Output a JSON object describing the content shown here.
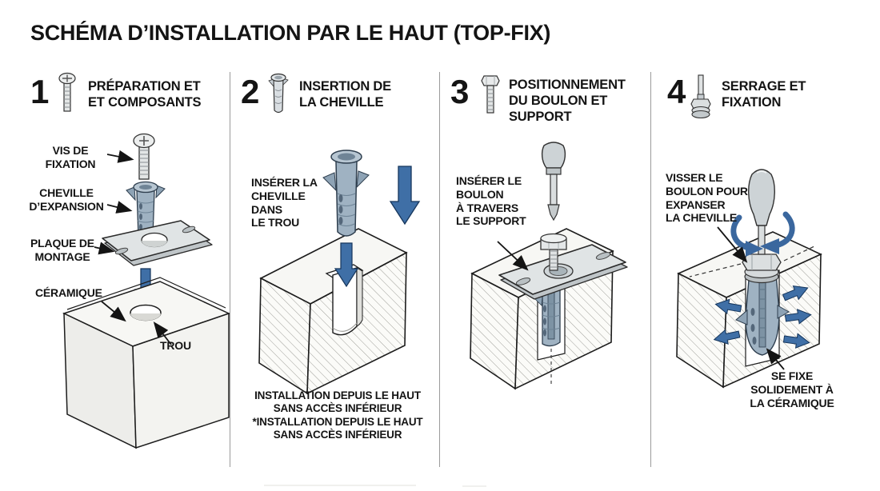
{
  "title": "SCHÉMA D’INSTALLATION PAR LE HAUT (TOP-FIX)",
  "colors": {
    "accent_blue": "#3f6fa6",
    "anchor_gray_blue": "#9fb2c2",
    "metal_gray": "#dfe3e4",
    "ink": "#141414"
  },
  "panels": [
    {
      "number": "1",
      "title": "PRÉPARATION ET\nET COMPOSANTS",
      "labels": {
        "vis": "VIS DE\nFIXATION",
        "cheville": "CHEVILLE\nD’EXPANSION",
        "plaque": "PLAQUE DE\nMONTAGE",
        "ceramique": "CÉRAMIQUE",
        "trou": "TROU"
      }
    },
    {
      "number": "2",
      "title": "INSERTION DE\nLA CHEVILLE",
      "labels": {
        "inserer": "INSÉRER LA\nCHEVILLE\nDANS\nLE TROU"
      },
      "footnote_1": "INSTALLATION DEPUIS LE HAUT\nSANS ACCÈS INFÉRIEUR",
      "footnote_2": "*INSTALLATION DEPUIS LE HAUT\nSANS ACCÈS INFÉRIEUR"
    },
    {
      "number": "3",
      "title": "POSITIONNEMENT\nDU BOULON ET\nSUPPORT",
      "labels": {
        "inserer": "INSÉRER LE\nBOULON\nÀ TRAVERS\nLE SUPPORT"
      }
    },
    {
      "number": "4",
      "title": "SERRAGE ET\nFIXATION",
      "labels": {
        "visser": "VISSER LE\nBOULON POUR\nEXPANSER\nLA CHEVILLE",
        "fixe": "SE FIXE\nSOLIDEMENT À\nLA CÉRAMIQUE"
      }
    }
  ]
}
